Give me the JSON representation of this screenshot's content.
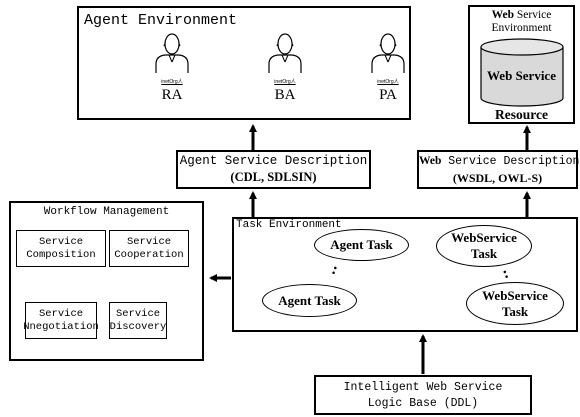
{
  "agent_environment": {
    "title": "Agent Environment",
    "agents": [
      {
        "caption": "inetOrg人",
        "label": "RA"
      },
      {
        "caption": "inetOrg人",
        "label": "BA"
      },
      {
        "caption": "inetOrg人",
        "label": "PA"
      }
    ]
  },
  "web_service_environment": {
    "title_prefix": "Web",
    "title_rest": " Service",
    "title_line2": "Environment",
    "cylinder_label": "Web Service",
    "resource_label": "Resource"
  },
  "agent_service_description": {
    "line1": "Agent Service Description",
    "line2": "(CDL, SDLSIN)"
  },
  "web_service_description": {
    "line1_prefix": "Web",
    "line1_rest": " Service Description",
    "line2": "(WSDL, OWL-S)"
  },
  "workflow_management": {
    "title": "Workflow Management",
    "service_composition": [
      "Service",
      "Composition"
    ],
    "service_cooperation": [
      "Service",
      "Cooperation"
    ],
    "service_negotiation": [
      "Service",
      "Nnegotiation"
    ],
    "service_discovery": [
      "Service",
      "Discovery"
    ]
  },
  "task_environment": {
    "title": "Task Environment",
    "agent_task_1": "Agent Task",
    "agent_task_2": "Agent Task",
    "webservice_task_1": [
      "WebService",
      "Task"
    ],
    "webservice_task_2": [
      "WebService",
      "Task"
    ],
    "dots": ":"
  },
  "logic_base": {
    "line1": "Intelligent Web Service",
    "line2": "Logic Base (DDL)"
  }
}
